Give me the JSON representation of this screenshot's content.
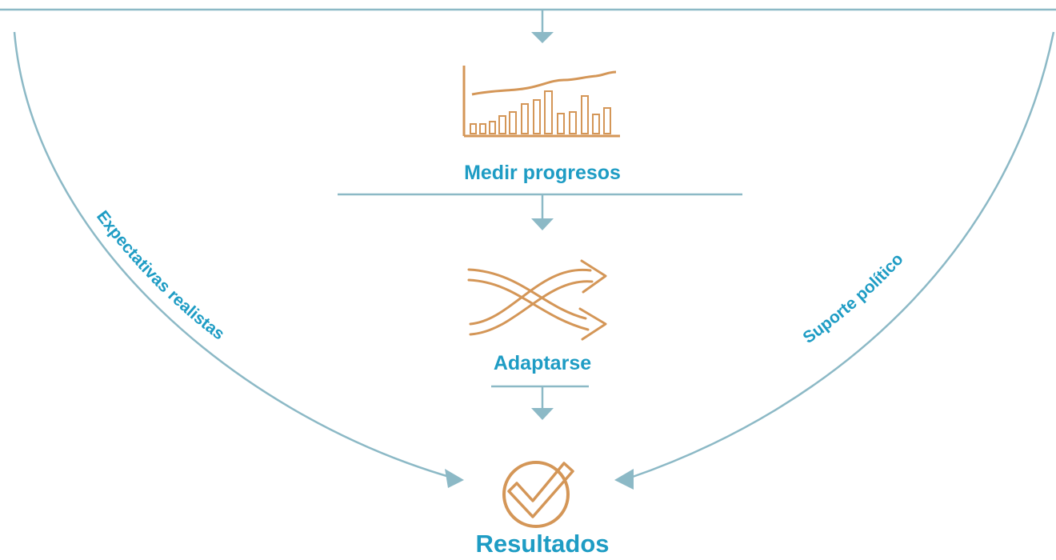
{
  "steps": [
    {
      "label": "Medir progresos",
      "icon": "bar-chart-icon"
    },
    {
      "label": "Adaptarse",
      "icon": "crossing-arrows-icon"
    },
    {
      "label": "Resultados",
      "icon": "check-circle-icon"
    }
  ],
  "side_labels": {
    "left": "Expectativas realistas",
    "right": "Suporte político"
  },
  "colors": {
    "label": "#1e9cc4",
    "line": "#8cb9c6",
    "icon": "#d49657"
  }
}
